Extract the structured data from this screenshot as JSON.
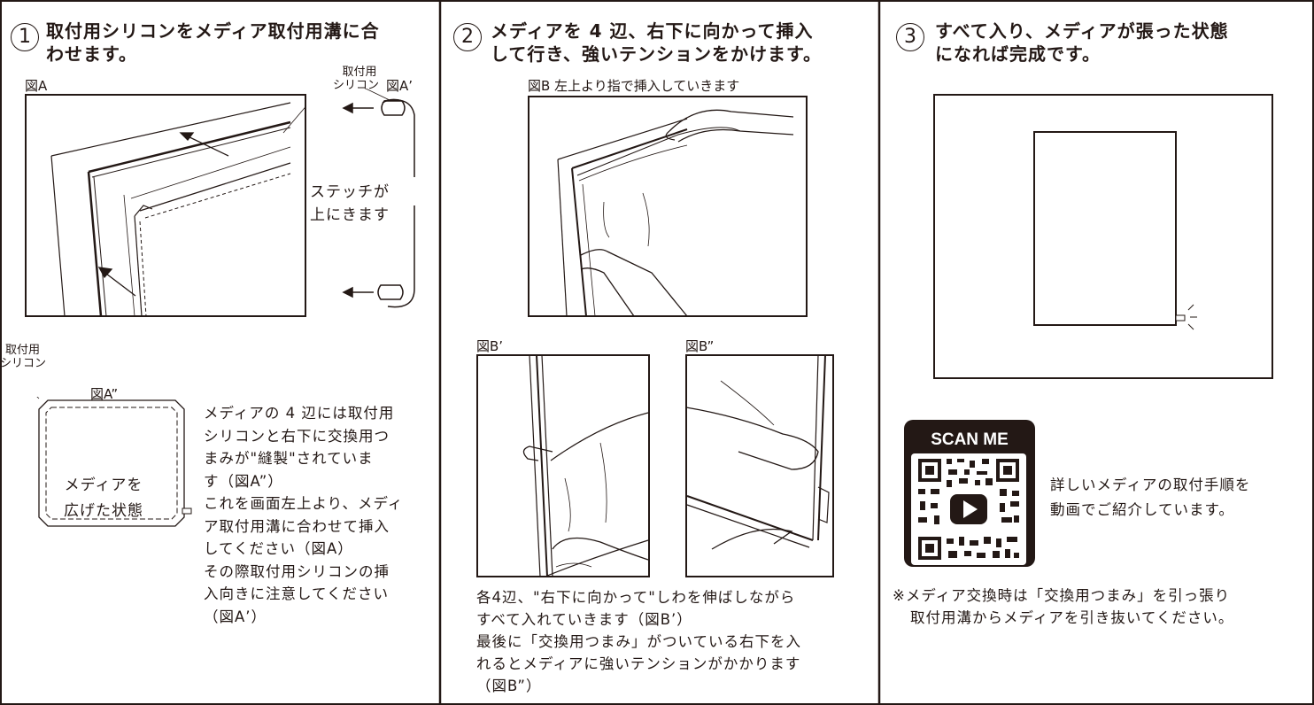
{
  "step1": {
    "number": "1",
    "title_lines": [
      "取付用シリコンをメディア取付用溝に合",
      "わせます。"
    ],
    "fig_a_label": "図A",
    "fig_a_prime_label": "図A’",
    "silicone_label": [
      "取付用",
      "シリコン"
    ],
    "stitch_note": [
      "ステッチが",
      "上にきます"
    ],
    "silicone_label_2": [
      "取付用",
      "シリコン"
    ],
    "fig_a_dprime_label": "図A”",
    "spread_label": [
      "メディアを",
      "広げた状態"
    ],
    "body_lines": [
      "メディアの 4 辺には取付用",
      "シリコンと右下に交換用つ",
      "まみが\"縫製\"されていま",
      "す（図A”）",
      "これを画面左上より、メディ",
      "ア取付用溝に合わせて挿入",
      "してください（図A）",
      "その際取付用シリコンの挿",
      "入向きに注意してください",
      "（図A’）"
    ]
  },
  "step2": {
    "number": "2",
    "title_lines": [
      "メディアを 4 辺、右下に向かって挿入",
      "して行き、強いテンションをかけます。"
    ],
    "fig_b_caption": "図B 左上より指で挿入していきます",
    "fig_b_prime_label": "図B’",
    "fig_b_dprime_label": "図B”",
    "body_lines": [
      "各4辺、\"右下に向かって\"しわを伸ばしながら",
      "すべて入れていきます（図B’）",
      "最後に「交換用つまみ」がついている右下を入",
      "れるとメディアに強いテンションがかかります",
      "（図B”）"
    ]
  },
  "step3": {
    "number": "3",
    "title_lines": [
      "すべて入り、メディアが張った状態",
      "になれば完成です。"
    ],
    "qr_label": "SCAN ME",
    "video_text": [
      "詳しいメディアの取付手順を",
      "動画でご紹介しています。"
    ],
    "note_lines": [
      "※メディア交換時は「交換用つまみ」を引っ張り",
      "取付用溝からメディアを引き抜いてください。"
    ]
  },
  "colors": {
    "ink": "#231815",
    "paper": "#ffffff",
    "qr_background": "#231815"
  },
  "icons": [
    "play-icon",
    "qr-code-icon",
    "arrow-left-icon"
  ]
}
